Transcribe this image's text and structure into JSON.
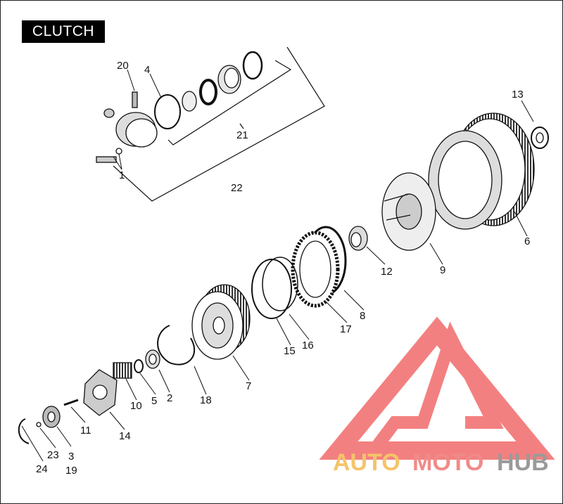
{
  "title": "CLUTCH",
  "callouts": [
    {
      "id": "20",
      "label": "20"
    },
    {
      "id": "4",
      "label": "4"
    },
    {
      "id": "1",
      "label": "1"
    },
    {
      "id": "21",
      "label": "21"
    },
    {
      "id": "22",
      "label": "22"
    },
    {
      "id": "13",
      "label": "13"
    },
    {
      "id": "6",
      "label": "6"
    },
    {
      "id": "9",
      "label": "9"
    },
    {
      "id": "12",
      "label": "12"
    },
    {
      "id": "8",
      "label": "8"
    },
    {
      "id": "17",
      "label": "17"
    },
    {
      "id": "16",
      "label": "16"
    },
    {
      "id": "15",
      "label": "15"
    },
    {
      "id": "7",
      "label": "7"
    },
    {
      "id": "18",
      "label": "18"
    },
    {
      "id": "2",
      "label": "2"
    },
    {
      "id": "5",
      "label": "5"
    },
    {
      "id": "10",
      "label": "10"
    },
    {
      "id": "14",
      "label": "14"
    },
    {
      "id": "11",
      "label": "11"
    },
    {
      "id": "3",
      "label": "3"
    },
    {
      "id": "19",
      "label": "19"
    },
    {
      "id": "23",
      "label": "23"
    },
    {
      "id": "24",
      "label": "24"
    }
  ],
  "watermark": {
    "part1": "AUTO",
    "part2": "MOTO",
    "part3": "HUB",
    "color_auto": "#f5c46a",
    "color_moto": "#f08a8a",
    "color_hub": "#9a9a9a",
    "logo_color": "#f05a5a"
  }
}
